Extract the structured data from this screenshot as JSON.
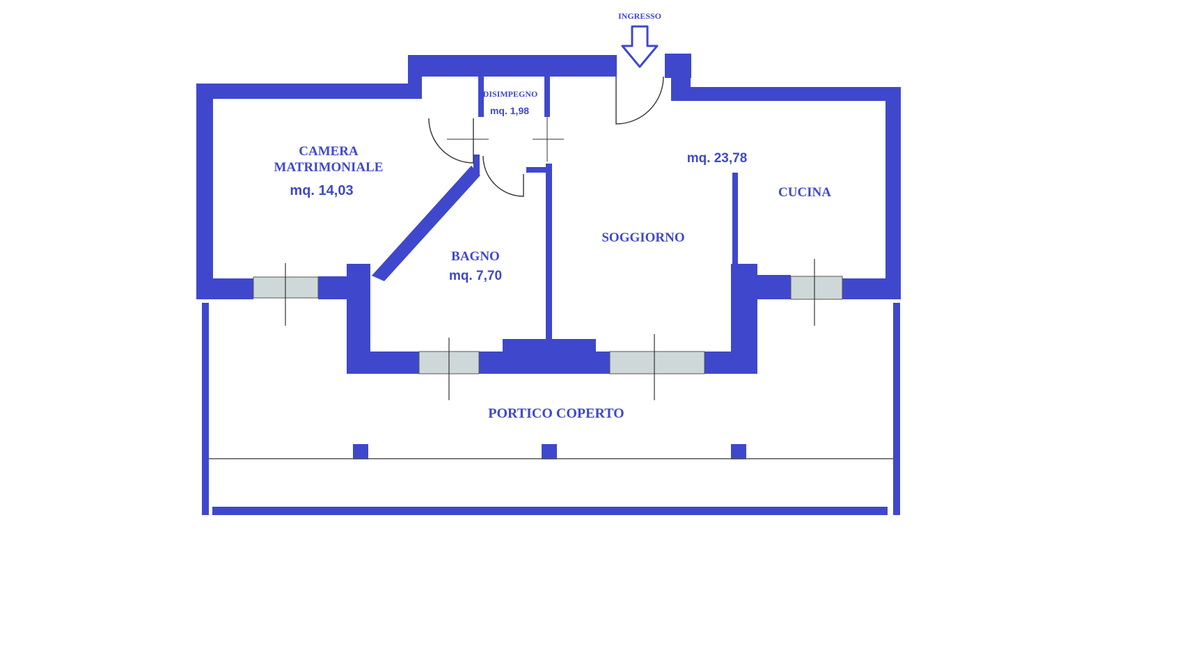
{
  "colors": {
    "wall": "#3f48cc",
    "text": "#3f48cc",
    "background": "#ffffff",
    "glass": "#cfd8d8",
    "fixture": "#555555"
  },
  "labels": {
    "ingresso": "INGRESSO",
    "disimpegno": "DISIMPEGNO",
    "disimpegno_area": "mq. 1,98",
    "camera_line1": "CAMERA",
    "camera_line2": "MATRIMONIALE",
    "camera_area": "mq. 14,03",
    "bagno": "BAGNO",
    "bagno_area": "mq. 7,70",
    "soggiorno": "SOGGIORNO",
    "soggiorno_area": "mq. 23,78",
    "cucina": "CUCINA",
    "portico": "PORTICO COPERTO"
  },
  "icons": {
    "entrance": "down-arrow-icon"
  }
}
